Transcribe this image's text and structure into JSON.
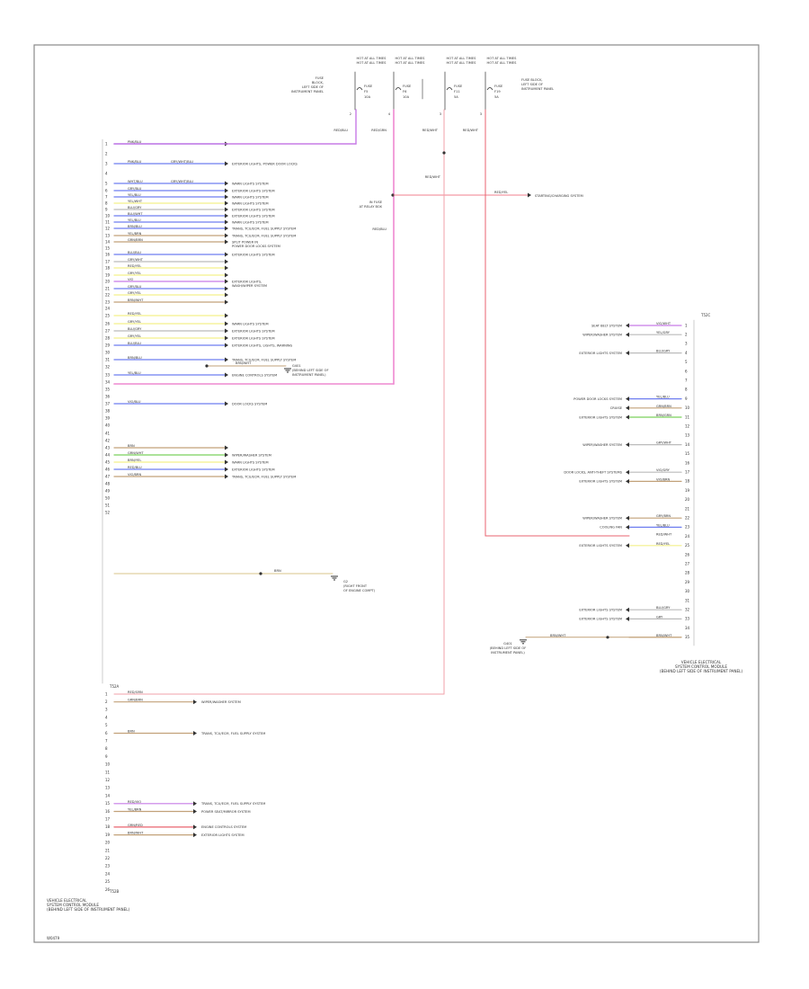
{
  "header_fuses": [
    {
      "cap": "HOT AT ALL TIMES",
      "label": [
        "FUSE",
        "F5",
        "10A"
      ]
    },
    {
      "cap": "HOT AT ALL TIMES",
      "label": [
        "FUSE",
        "F6",
        "10A"
      ]
    },
    {
      "cap": "HOT AT ALL TIMES",
      "label": [
        "FUSE",
        "F11",
        "5A"
      ]
    },
    {
      "cap": "HOT AT ALL TIMES",
      "label": [
        "FUSE",
        "F19",
        "5A"
      ]
    }
  ],
  "fuse_block_label": [
    "FUSE",
    "BLOCK,",
    "LEFT SIDE OF",
    "INSTRUMENT PANEL"
  ],
  "right_fuse_block_label": [
    "FUSE BLOCK,",
    "LEFT SIDE OF",
    "INSTRUMENT PANEL"
  ],
  "top_wires": [
    "RED/BLU",
    "RED/GRN",
    "RED/WHT",
    "RED/WHT"
  ],
  "top_pins": [
    "2",
    "4",
    "3",
    "3"
  ],
  "splice_wire": "RED/WHT",
  "red_blu_vertical": "RED/BLU",
  "starting_label": [
    "IN FUSE",
    "AT RELAY BOX"
  ],
  "starting_target": "STARTING/CHARGING SYSTEM",
  "splice_out_wire": "RED/YEL",
  "left_rows": [
    {
      "pin": "1",
      "wire": "PNK/BLU",
      "dest": ""
    },
    {
      "pin": "2",
      "wire": "",
      "dest": ""
    },
    {
      "pin": "3",
      "wire": "PNK/BLU",
      "wire2": "GRY/WHT/BLU",
      "dest": "EXTERIOR LIGHTS, POWER DOOR LOCKS"
    },
    {
      "pin": "4",
      "wire": "",
      "dest": ""
    },
    {
      "pin": "5",
      "wire": "WHT/BLU",
      "wire2": "GRY/WHT/BLU",
      "dest": "WARN LIGHTS SYSTEM"
    },
    {
      "pin": "6",
      "wire": "GRY/BLU",
      "dest": "EXTERIOR LIGHTS SYSTEM"
    },
    {
      "pin": "7",
      "wire": "YEL/BLU",
      "dest": "WARN LIGHTS SYSTEM"
    },
    {
      "pin": "8",
      "wire": "YEL/WHT",
      "dest": "WARN LIGHTS SYSTEM"
    },
    {
      "pin": "9",
      "wire": "BLU/GRY",
      "dest": "EXTERIOR LIGHTS SYSTEM"
    },
    {
      "pin": "10",
      "wire": "BLU/WHT",
      "dest": "EXTERIOR LIGHTS SYSTEM"
    },
    {
      "pin": "11",
      "wire": "YEL/BLU",
      "dest": "WARN LIGHTS SYSTEM"
    },
    {
      "pin": "12",
      "wire": "BRN/BLU",
      "dest": "TRANS, TCU/ECM, FUEL SUPPLY SYSTEM"
    },
    {
      "pin": "13",
      "wire": "YEL/BRN",
      "dest": "TRANS, TCU/ECM, FUEL SUPPLY SYSTEM"
    },
    {
      "pin": "14",
      "wire": "GRN/BRN",
      "dest": "SPLIT POWER IN",
      "dest2": "POWER DOOR LOCKS SYSTEM"
    },
    {
      "pin": "15",
      "wire": "",
      "dest": ""
    },
    {
      "pin": "16",
      "wire": "BLU/BLU",
      "dest": "EXTERIOR LIGHTS SYSTEM"
    },
    {
      "pin": "17",
      "wire": "GRY/WHT",
      "dest": ""
    },
    {
      "pin": "18",
      "wire": "RED/YEL",
      "dest": ""
    },
    {
      "pin": "19",
      "wire": "GRY/YEL",
      "dest": ""
    },
    {
      "pin": "20",
      "wire": "VIO",
      "dest": "EXTERIOR LIGHTS,",
      "dest2": "WASH/WIPER SYSTEM"
    },
    {
      "pin": "21",
      "wire": "GRY/BLU",
      "dest": ""
    },
    {
      "pin": "22",
      "wire": "GRY/YEL",
      "dest": ""
    },
    {
      "pin": "23",
      "wire": "BRN/WHT",
      "dest": ""
    },
    {
      "pin": "24",
      "wire": "",
      "dest": ""
    },
    {
      "pin": "25",
      "wire": "RED/YEL",
      "dest": ""
    },
    {
      "pin": "26",
      "wire": "GRY/YEL",
      "dest": "WARN LIGHTS SYSTEM"
    },
    {
      "pin": "27",
      "wire": "BLU/GRY",
      "dest": "EXTERIOR LIGHTS SYSTEM"
    },
    {
      "pin": "28",
      "wire": "GRY/YEL",
      "dest": "EXTERIOR LIGHTS SYSTEM"
    },
    {
      "pin": "29",
      "wire": "BLU/BLU",
      "dest": "EXTERIOR LIGHTS, LIGHTS, WARNING"
    },
    {
      "pin": "30",
      "wire": "",
      "dest": ""
    },
    {
      "pin": "31",
      "wire": "BRN/BLU",
      "dest": "TRANS, TCU/ECM, FUEL SUPPLY SYSTEM"
    },
    {
      "pin": "32",
      "wire": "",
      "dest": ""
    },
    {
      "pin": "33",
      "wire": "YEL/BLU",
      "dest": "ENGINE CONTROLS SYSTEM"
    },
    {
      "pin": "34",
      "wire": "",
      "dest": ""
    },
    {
      "pin": "35",
      "wire": "",
      "dest": ""
    },
    {
      "pin": "36",
      "wire": "",
      "dest": ""
    },
    {
      "pin": "37",
      "wire": "VIO/BLU",
      "dest": "DOOR LOCKS SYSTEM"
    },
    {
      "pin": "38",
      "wire": "",
      "dest": ""
    },
    {
      "pin": "39",
      "wire": "",
      "dest": ""
    },
    {
      "pin": "40",
      "wire": "",
      "dest": ""
    },
    {
      "pin": "41",
      "wire": "",
      "dest": ""
    },
    {
      "pin": "42",
      "wire": "",
      "dest": ""
    },
    {
      "pin": "43",
      "wire": "BRN",
      "dest": ""
    },
    {
      "pin": "44",
      "wire": "GRN/WHT",
      "dest": "WIPER/WASHER SYSTEM"
    },
    {
      "pin": "45",
      "wire": "BRN/YEL",
      "dest": "WARN LIGHTS SYSTEM"
    },
    {
      "pin": "46",
      "wire": "RED/BLU",
      "dest": "EXTERIOR LIGHTS SYSTEM"
    },
    {
      "pin": "47",
      "wire": "VIO/BRN",
      "dest": "TRANS, TCU/ECM, FUEL SUPPLY SYSTEM"
    },
    {
      "pin": "48",
      "wire": "",
      "dest": ""
    },
    {
      "pin": "49",
      "wire": "",
      "dest": ""
    },
    {
      "pin": "50",
      "wire": "",
      "dest": ""
    },
    {
      "pin": "51",
      "wire": "",
      "dest": ""
    },
    {
      "pin": "52",
      "wire": "",
      "dest": ""
    }
  ],
  "ground1": {
    "wire": "BRN/WHT",
    "wire2": "BRN/WHT",
    "label": [
      "G401",
      "(BEHIND LEFT SIDE OF",
      "INSTRUMENT PANEL)"
    ]
  },
  "ground2": {
    "wire": "BRN",
    "wire2": "BRN",
    "label": [
      "G2",
      "(RIGHT FRONT",
      "OF ENGINE COMPT)"
    ]
  },
  "connector_a_label": "T52A",
  "connector_b_label": "T52B",
  "second_rows": [
    {
      "pin": "1",
      "wire": "RED/GRN",
      "dest": ""
    },
    {
      "pin": "2",
      "wire": "GRN/BRN",
      "dest": "WIPER/WASHER SYSTEM"
    },
    {
      "pin": "3",
      "wire": "",
      "dest": ""
    },
    {
      "pin": "4",
      "wire": "",
      "dest": ""
    },
    {
      "pin": "5",
      "wire": "",
      "dest": ""
    },
    {
      "pin": "6",
      "wire": "BRN",
      "dest": "TRANS, TCU/ECM, FUEL SUPPLY SYSTEM"
    },
    {
      "pin": "7",
      "wire": "",
      "dest": ""
    },
    {
      "pin": "8",
      "wire": "",
      "dest": ""
    },
    {
      "pin": "9",
      "wire": "",
      "dest": ""
    },
    {
      "pin": "10",
      "wire": "",
      "dest": ""
    },
    {
      "pin": "11",
      "wire": "",
      "dest": ""
    },
    {
      "pin": "12",
      "wire": "",
      "dest": ""
    },
    {
      "pin": "13",
      "wire": "",
      "dest": ""
    },
    {
      "pin": "14",
      "wire": "",
      "dest": ""
    },
    {
      "pin": "15",
      "wire": "RED/VIO",
      "dest": "TRANS, TCU/ECM, FUEL SUPPLY SYSTEM"
    },
    {
      "pin": "16",
      "wire": "YEL/BRN",
      "dest": "POWER SEAT/MIRROR SYSTEM"
    },
    {
      "pin": "17",
      "wire": "",
      "dest": ""
    },
    {
      "pin": "18",
      "wire": "GRN/RED",
      "dest": "ENGINE CONTROLS SYSTEM"
    },
    {
      "pin": "19",
      "wire": "BRN/WHT",
      "dest": "EXTERIOR LIGHTS SYSTEM"
    },
    {
      "pin": "20",
      "wire": "",
      "dest": ""
    },
    {
      "pin": "21",
      "wire": "",
      "dest": ""
    },
    {
      "pin": "22",
      "wire": "",
      "dest": ""
    },
    {
      "pin": "23",
      "wire": "",
      "dest": ""
    },
    {
      "pin": "24",
      "wire": "",
      "dest": ""
    },
    {
      "pin": "25",
      "wire": "",
      "dest": ""
    },
    {
      "pin": "26",
      "wire": "",
      "dest": ""
    }
  ],
  "left_module_label": [
    "VEHICLE ELECTRICAL",
    "SYSTEM CONTROL MODULE",
    "(BEHIND LEFT SIDE OF INSTRUMENT PANEL)"
  ],
  "right_module_label": [
    "VEHICLE ELECTRICAL",
    "SYSTEM CONTROL MODULE",
    "(BEHIND LEFT SIDE OF INSTRUMENT PANEL)"
  ],
  "right_connector_top": "T52C",
  "right_rows": [
    {
      "pin": "1",
      "wire": "VIO/WHT",
      "dest": "SEAT BELT SYSTEM"
    },
    {
      "pin": "2",
      "wire": "YEL/GRY",
      "dest": "WIPER/WASHER SYSTEM"
    },
    {
      "pin": "3",
      "wire": "",
      "dest": ""
    },
    {
      "pin": "4",
      "wire": "BLU/GRY",
      "dest": "EXTERIOR LIGHTS SYSTEM"
    },
    {
      "pin": "5",
      "wire": "",
      "dest": ""
    },
    {
      "pin": "6",
      "wire": "",
      "dest": ""
    },
    {
      "pin": "7",
      "wire": "",
      "dest": ""
    },
    {
      "pin": "8",
      "wire": "",
      "dest": ""
    },
    {
      "pin": "9",
      "wire": "YEL/BLU",
      "dest": "POWER DOOR LOCKS SYSTEM"
    },
    {
      "pin": "10",
      "wire": "GRN/BRN",
      "dest": "CRUISE"
    },
    {
      "pin": "11",
      "wire": "BRN/GRN",
      "dest": "EXTERIOR LIGHTS SYSTEM"
    },
    {
      "pin": "12",
      "wire": "",
      "dest": ""
    },
    {
      "pin": "13",
      "wire": "",
      "dest": ""
    },
    {
      "pin": "14",
      "wire": "GRY/WHT",
      "dest": "WIPER/WASHER SYSTEM"
    },
    {
      "pin": "15",
      "wire": "",
      "dest": ""
    },
    {
      "pin": "16",
      "wire": "",
      "dest": ""
    },
    {
      "pin": "17",
      "wire": "VIO/GRY",
      "dest": "DOOR LOCKS, ANTI-THEFT SYSTEMS"
    },
    {
      "pin": "18",
      "wire": "VIO/BRN",
      "dest": "EXTERIOR LIGHTS SYSTEM"
    },
    {
      "pin": "19",
      "wire": "",
      "dest": ""
    },
    {
      "pin": "20",
      "wire": "",
      "dest": ""
    },
    {
      "pin": "21",
      "wire": "",
      "dest": ""
    },
    {
      "pin": "22",
      "wire": "GRY/BRN",
      "dest": "WIPER/WASHER SYSTEM"
    },
    {
      "pin": "23",
      "wire": "YEL/BLU",
      "dest": "COOLING FAN"
    },
    {
      "pin": "24",
      "wire": "RED/WHT",
      "dest": ""
    },
    {
      "pin": "25",
      "wire": "RED/YEL",
      "dest": "EXTERIOR LIGHTS SYSTEM"
    },
    {
      "pin": "26",
      "wire": "",
      "dest": ""
    },
    {
      "pin": "27",
      "wire": "",
      "dest": ""
    },
    {
      "pin": "28",
      "wire": "",
      "dest": ""
    },
    {
      "pin": "29",
      "wire": "",
      "dest": ""
    },
    {
      "pin": "30",
      "wire": "",
      "dest": ""
    },
    {
      "pin": "31",
      "wire": "",
      "dest": ""
    },
    {
      "pin": "32",
      "wire": "BLU/GRY",
      "dest": "EXTERIOR LIGHTS SYSTEM"
    },
    {
      "pin": "33",
      "wire": "GRY",
      "dest": "EXTERIOR LIGHTS SYSTEM"
    },
    {
      "pin": "34",
      "wire": "",
      "dest": ""
    },
    {
      "pin": "35",
      "wire": "BRN/WHT",
      "dest": ""
    }
  ],
  "right_ground": {
    "wire": "BRN/WHT",
    "wire2": "BRN/WHT",
    "label": [
      "G401",
      "(BEHIND LEFT SIDE OF",
      "INSTRUMENT PANEL)"
    ]
  },
  "footer_code": "W0479"
}
